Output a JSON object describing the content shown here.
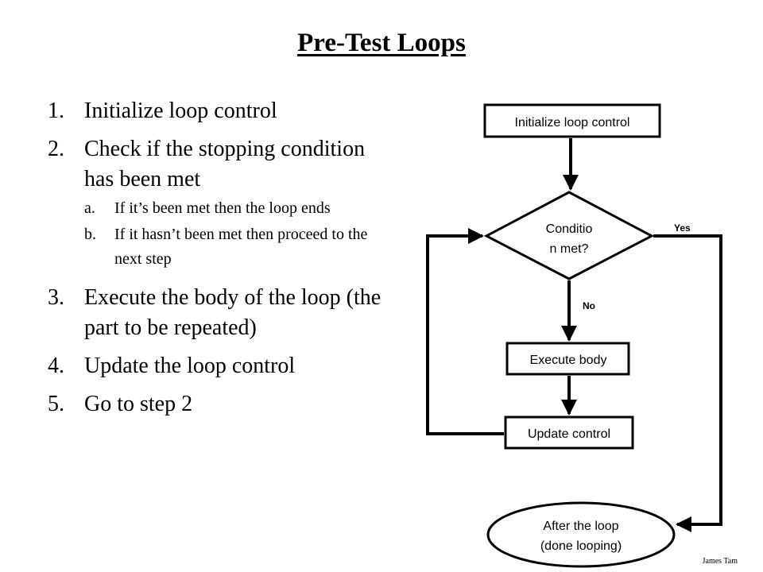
{
  "title": "Pre-Test Loops",
  "steps": [
    {
      "num": "1.",
      "text": "Initialize loop control"
    },
    {
      "num": "2.",
      "text": "Check if the stopping condition has been met",
      "substeps": [
        {
          "num": "a.",
          "text": "If it’s been met then the loop ends"
        },
        {
          "num": "b.",
          "text": "If it hasn’t been met then proceed to the next step"
        }
      ]
    },
    {
      "num": "3.",
      "text": "Execute the body of the loop (the part to be repeated)"
    },
    {
      "num": "4.",
      "text": "Update the loop control"
    },
    {
      "num": "5.",
      "text": "Go to step 2"
    }
  ],
  "flowchart": {
    "init": "Initialize loop control",
    "condition_line1": "Conditio",
    "condition_line2": "n met?",
    "yes_label": "Yes",
    "no_label": "No",
    "execute": "Execute body",
    "update": "Update control",
    "after_line1": "After the loop",
    "after_line2": "(done looping)"
  },
  "footer": "James Tam"
}
